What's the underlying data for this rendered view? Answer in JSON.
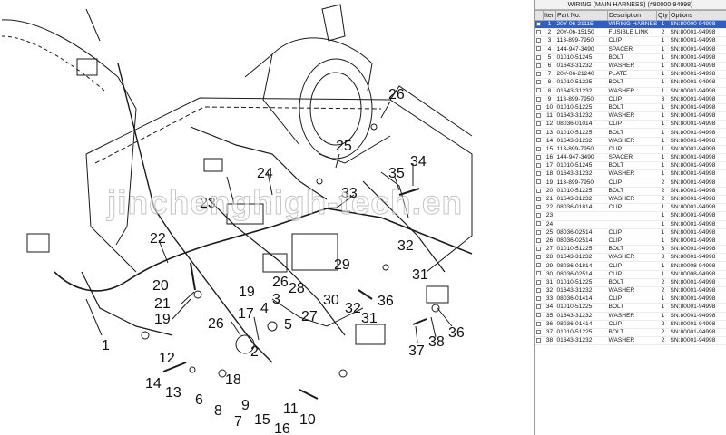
{
  "diagram": {
    "callouts": [
      "1",
      "2",
      "3",
      "4",
      "5",
      "6",
      "7",
      "8",
      "9",
      "10",
      "11",
      "12",
      "13",
      "14",
      "15",
      "16",
      "17",
      "18",
      "19",
      "20",
      "21",
      "22",
      "23",
      "24",
      "25",
      "26",
      "26",
      "26",
      "27",
      "28",
      "29",
      "30",
      "31",
      "32",
      "32",
      "33",
      "34",
      "35",
      "36",
      "36",
      "37",
      "38"
    ],
    "watermark": "jinchenghigh-tech.en"
  },
  "parts_panel": {
    "title": "WIRING (MAIN HARNESS) (#80000-94998)",
    "columns": [
      "Item",
      "Part No.",
      "Description",
      "Qty",
      "Options"
    ],
    "rows": [
      [
        "1",
        "20Y-06-21115",
        "WIRING HARNESS",
        "1",
        "SN:80000-94998"
      ],
      [
        "2",
        "20Y-06-15150",
        "FUSIBLE LINK",
        "2",
        "SN:80001-94998"
      ],
      [
        "3",
        "113-899-7950",
        "CLIP",
        "1",
        "SN:80001-94998"
      ],
      [
        "4",
        "144-947-3490",
        "SPACER",
        "1",
        "SN:80001-94998"
      ],
      [
        "5",
        "01010-51245",
        "BOLT",
        "1",
        "SN:80001-94998"
      ],
      [
        "6",
        "01643-31232",
        "WASHER",
        "1",
        "SN:80001-94998"
      ],
      [
        "7",
        "20Y-06-21240",
        "PLATE",
        "1",
        "SN:80001-94998"
      ],
      [
        "8",
        "01010-51225",
        "BOLT",
        "1",
        "SN:80001-94998"
      ],
      [
        "8",
        "01643-31232",
        "WASHER",
        "1",
        "SN:80001-94998"
      ],
      [
        "9",
        "113-899-7950",
        "CLIP",
        "3",
        "SN:80001-94998"
      ],
      [
        "10",
        "01010-51225",
        "BOLT",
        "1",
        "SN:80001-94998"
      ],
      [
        "11",
        "01643-31232",
        "WASHER",
        "1",
        "SN:80001-94998"
      ],
      [
        "12",
        "08036-01014",
        "CLIP",
        "1",
        "SN:80001-94998"
      ],
      [
        "13",
        "01010-51225",
        "BOLT",
        "1",
        "SN:80001-94998"
      ],
      [
        "14",
        "01643-31232",
        "WASHER",
        "1",
        "SN:80001-94998"
      ],
      [
        "15",
        "113-899-7950",
        "CLIP",
        "1",
        "SN:80001-94998"
      ],
      [
        "16",
        "144-947-3490",
        "SPACER",
        "1",
        "SN:80001-94998"
      ],
      [
        "17",
        "01010-51245",
        "BOLT",
        "1",
        "SN:80001-94998"
      ],
      [
        "18",
        "01643-31232",
        "WASHER",
        "1",
        "SN:80001-94998"
      ],
      [
        "19",
        "113-899-7950",
        "CLIP",
        "2",
        "SN:80001-94998"
      ],
      [
        "20",
        "01010-51225",
        "BOLT",
        "2",
        "SN:80001-94998"
      ],
      [
        "21",
        "01643-31232",
        "WASHER",
        "2",
        "SN:80001-94998"
      ],
      [
        "22",
        "08036-01814",
        "CLIP",
        "1",
        "SN:80001-94998"
      ],
      [
        "23",
        "",
        "",
        "1",
        "SN:80001-94998"
      ],
      [
        "24",
        "",
        "",
        "1",
        "SN:80001-94998"
      ],
      [
        "25",
        "08036-02514",
        "CLIP",
        "1",
        "SN:80001-94998"
      ],
      [
        "26",
        "08036-02514",
        "CLIP",
        "1",
        "SN:80001-94998"
      ],
      [
        "27",
        "01010-51225",
        "BOLT",
        "3",
        "SN:80001-94998"
      ],
      [
        "28",
        "01643-31232",
        "WASHER",
        "3",
        "SN:80001-94998"
      ],
      [
        "29",
        "08036-01814",
        "CLIP",
        "1",
        "SN:80008-94998"
      ],
      [
        "30",
        "08036-02514",
        "CLIP",
        "1",
        "SN:80008-94998"
      ],
      [
        "31",
        "01010-51225",
        "BOLT",
        "2",
        "SN:80001-94998"
      ],
      [
        "32",
        "01643-31232",
        "WASHER",
        "2",
        "SN:80001-94998"
      ],
      [
        "33",
        "08036-01414",
        "CLIP",
        "1",
        "SN:80001-94998"
      ],
      [
        "34",
        "01010-51225",
        "BOLT",
        "1",
        "SN:80001-94998"
      ],
      [
        "35",
        "01643-31232",
        "WASHER",
        "1",
        "SN:80001-94998"
      ],
      [
        "36",
        "08036-01414",
        "CLIP",
        "2",
        "SN:80001-94998"
      ],
      [
        "37",
        "01010-51225",
        "BOLT",
        "2",
        "SN:80001-94998"
      ],
      [
        "38",
        "01643-31232",
        "WASHER",
        "2",
        "SN:80001-94998"
      ]
    ],
    "selected_row": 0
  },
  "colors": {
    "line": "#1a1a1a",
    "selection": "#2f5fc4",
    "header": "#e4e4e4"
  }
}
